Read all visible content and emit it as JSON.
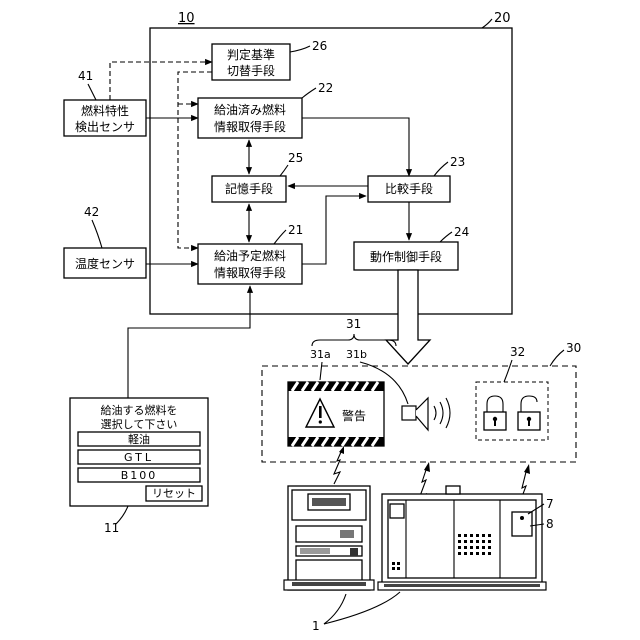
{
  "refs": {
    "r10": "10",
    "r20": "20",
    "r26": "26",
    "r22": "22",
    "r41": "41",
    "r25": "25",
    "r23": "23",
    "r42": "42",
    "r21": "21",
    "r24": "24",
    "r31": "31",
    "r31a": "31a",
    "r31b": "31b",
    "r32": "32",
    "r30": "30",
    "r11": "11",
    "r7": "7",
    "r8": "8",
    "r1": "1"
  },
  "blocks": {
    "criteria_switch": [
      "判定基準",
      "切替手段"
    ],
    "refueled_info": [
      "給油済み燃料",
      "情報取得手段"
    ],
    "fuel_sensor": [
      "燃料特性",
      "検出センサ"
    ],
    "storage": "記憶手段",
    "compare": "比較手段",
    "temp_sensor": "温度センサ",
    "planned_info": [
      "給油予定燃料",
      "情報取得手段"
    ],
    "operation_control": "動作制御手段"
  },
  "warning_text": "警告",
  "panel": {
    "prompt": [
      "給油する燃料を",
      "選択して下さい"
    ],
    "options": [
      "軽油",
      "GTL",
      "B100"
    ],
    "reset": "リセット"
  },
  "icons": {
    "warning": "warning-triangle-icon",
    "speaker": "speaker-icon",
    "lock_closed": "lock-closed-icon",
    "lock_open": "lock-open-icon"
  }
}
